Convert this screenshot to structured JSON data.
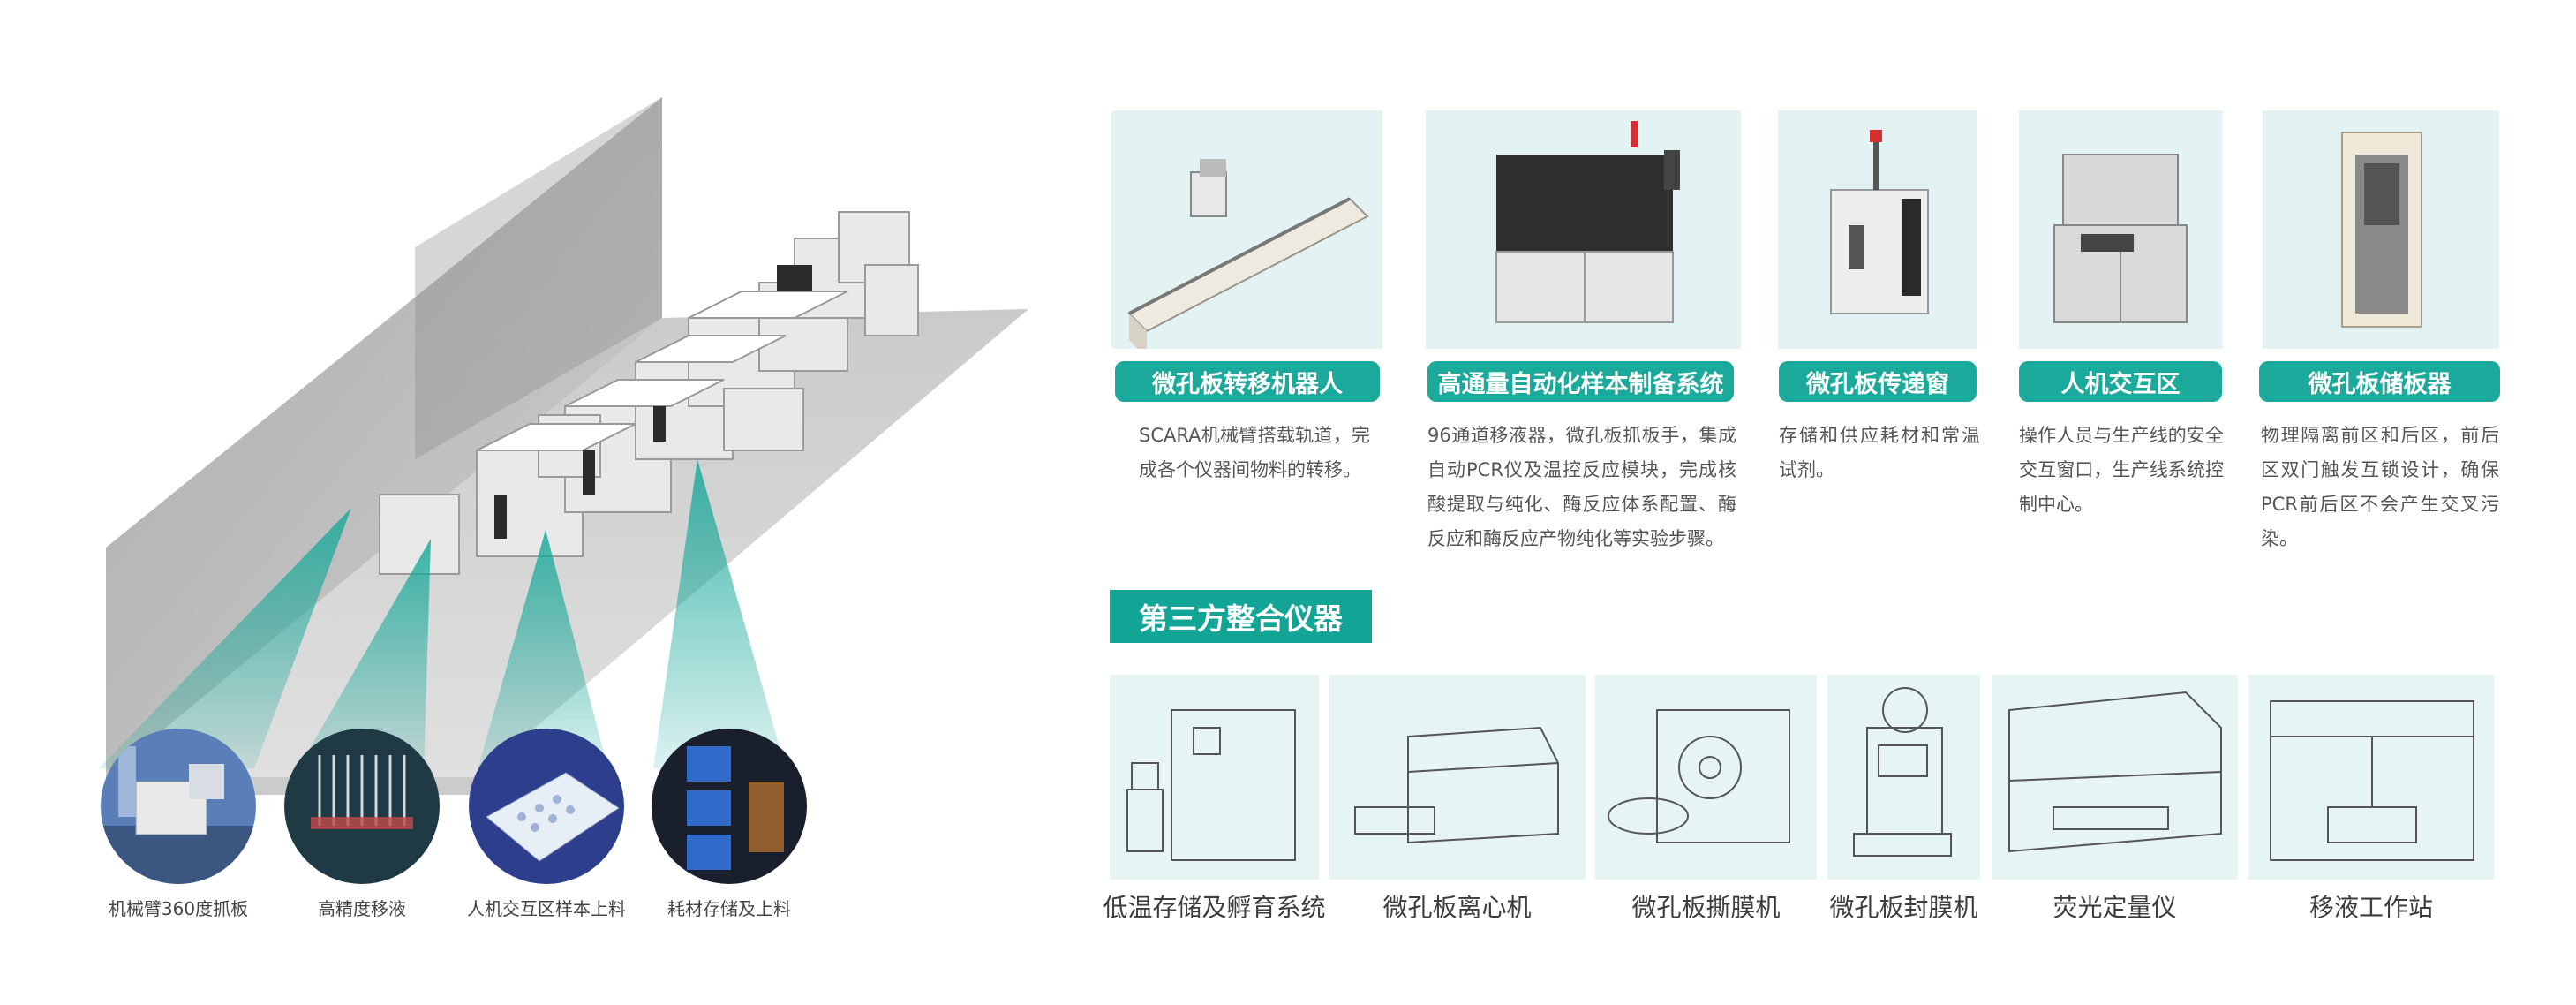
{
  "overview": {
    "callouts": [
      {
        "label": "机械臂360度抓板",
        "icon": "robot-arm-photo"
      },
      {
        "label": "高精度移液",
        "icon": "pipette-tips-photo"
      },
      {
        "label": "人机交互区样本上料",
        "icon": "sample-plate-photo"
      },
      {
        "label": "耗材存储及上料",
        "icon": "storage-rack-photo"
      }
    ]
  },
  "modules": [
    {
      "title": "微孔板转移机器人",
      "desc": "SCARA机械臂搭载轨道，完成各个仪器间物料的转移。",
      "icon": "transfer-robot-render"
    },
    {
      "title": "高通量自动化样本制备系统",
      "desc": "96通道移液器，微孔板抓板手，集成自动PCR仪及温控反应模块，完成核酸提取与纯化、酶反应体系配置、酶反应和酶反应产物纯化等实验步骤。",
      "icon": "sample-prep-system-render"
    },
    {
      "title": "微孔板传递窗",
      "desc": "存储和供应耗材和常温试剂。",
      "icon": "pass-window-render"
    },
    {
      "title": "人机交互区",
      "desc": "操作人员与生产线的安全交互窗口，生产线系统控制中心。",
      "icon": "hmi-station-render"
    },
    {
      "title": "微孔板储板器",
      "desc": "物理隔离前区和后区，前后区双门触发互锁设计，确保PCR前后区不会产生交叉污染。",
      "icon": "plate-hotel-render"
    }
  ],
  "third_party": {
    "heading": "第三方整合仪器",
    "instruments": [
      {
        "label": "低温存储及孵育系统",
        "icon": "cold-storage-sketch"
      },
      {
        "label": "微孔板离心机",
        "icon": "centrifuge-sketch"
      },
      {
        "label": "微孔板撕膜机",
        "icon": "peeler-sketch"
      },
      {
        "label": "微孔板封膜机",
        "icon": "sealer-sketch"
      },
      {
        "label": "荧光定量仪",
        "icon": "qpcr-sketch"
      },
      {
        "label": "移液工作站",
        "icon": "liquid-handler-sketch"
      }
    ]
  },
  "colors": {
    "accent": "#1aa99a",
    "tile_bg": "#e3f3f4",
    "text": "#555555"
  }
}
